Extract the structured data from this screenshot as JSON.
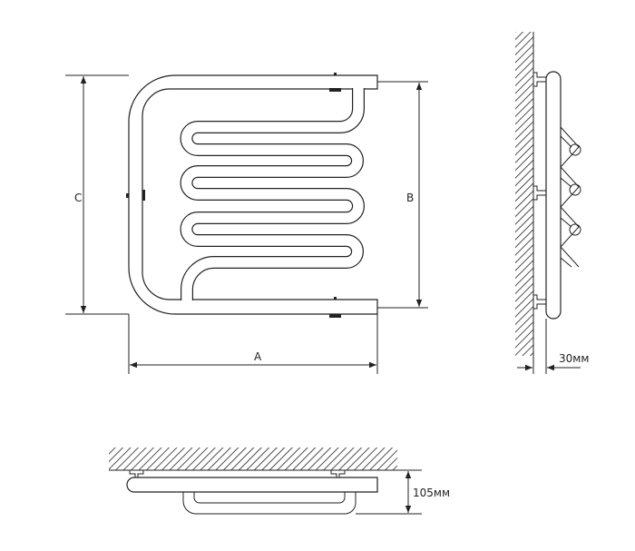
{
  "dimensions": {
    "a_label": "A",
    "b_label": "B",
    "c_label": "C",
    "depth_label": "30мм",
    "projection_label": "105мм"
  },
  "colors": {
    "line": "#222222",
    "background": "#ffffff"
  }
}
